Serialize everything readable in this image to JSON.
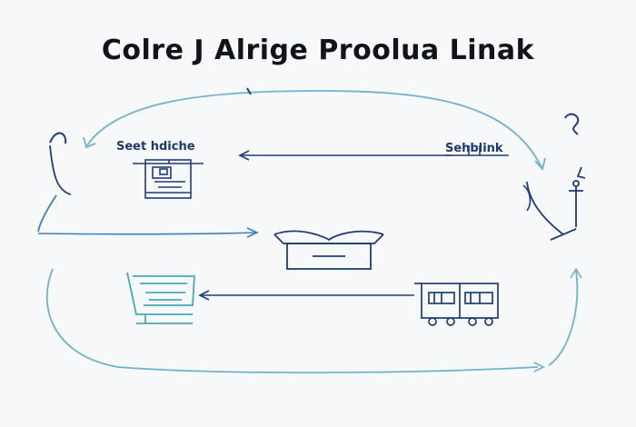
{
  "title": "Colre J Alrige Proolua Linak",
  "nodes": {
    "top_left_label": "Seet hdiche",
    "top_right_label": "Sehblink"
  },
  "colors": {
    "dark_blue": "#1f3c7a",
    "mid_blue": "#3f7fb6",
    "light_blue": "#6fb2cf",
    "teal": "#47a9b8",
    "ink": "#111418"
  }
}
